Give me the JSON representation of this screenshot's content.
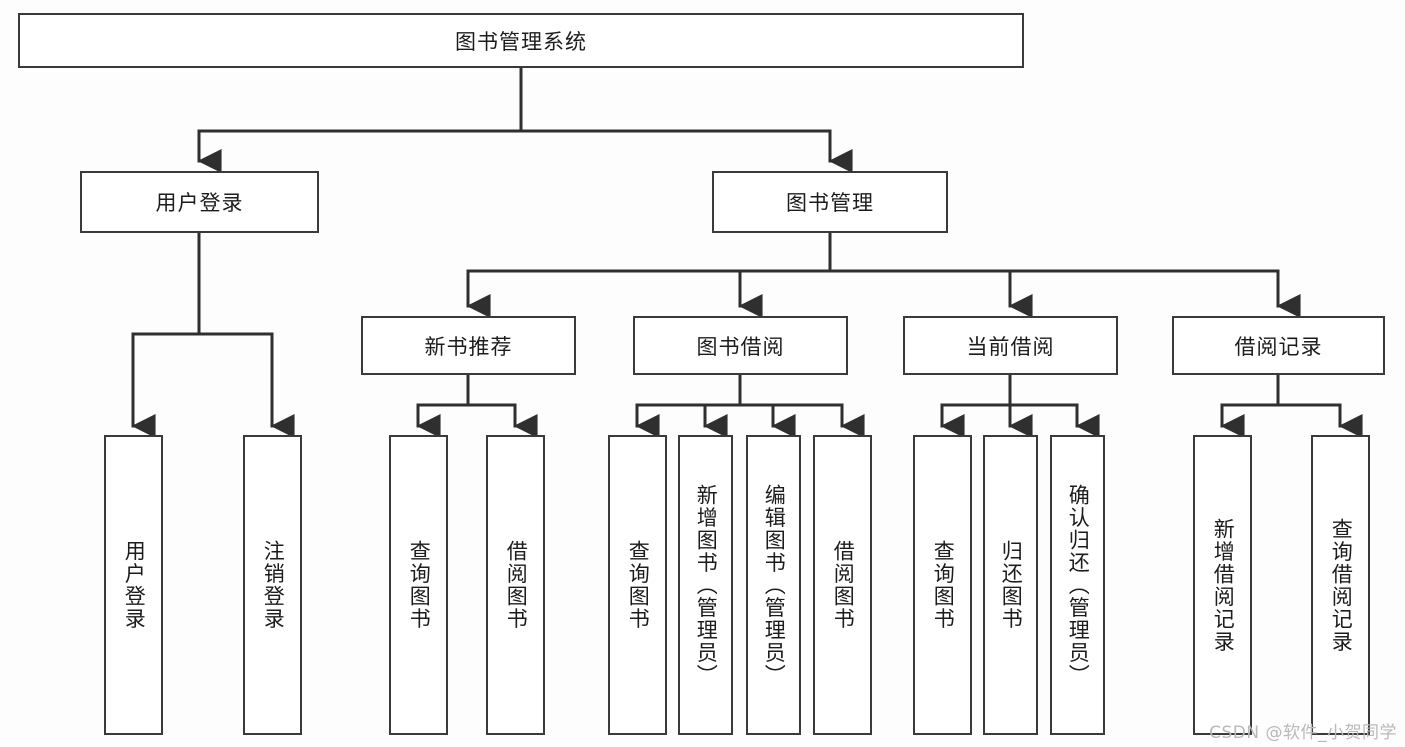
{
  "diagram": {
    "title": "图书管理系统",
    "type": "hierarchy-tree",
    "background_color": "#fdfdfd",
    "line_color": "#3a3a3a",
    "node_fill": "#ffffff",
    "root": {
      "label": "图书管理系统"
    },
    "level2": [
      {
        "label": "用户登录"
      },
      {
        "label": "图书管理"
      }
    ],
    "level3": [
      {
        "label": "新书推荐"
      },
      {
        "label": "图书借阅"
      },
      {
        "label": "当前借阅"
      },
      {
        "label": "借阅记录"
      }
    ],
    "leaves": {
      "user_login": [
        {
          "label": "用户登录"
        },
        {
          "label": "注销登录"
        }
      ],
      "new_book_recommend": [
        {
          "label": "查询图书"
        },
        {
          "label": "借阅图书"
        }
      ],
      "book_borrow": [
        {
          "label": "查询图书"
        },
        {
          "label": "新增图书（管理员）"
        },
        {
          "label": "编辑图书（管理员）"
        },
        {
          "label": "借阅图书"
        }
      ],
      "current_borrow": [
        {
          "label": "查询图书"
        },
        {
          "label": "归还图书"
        },
        {
          "label": "确认归还（管理员）"
        }
      ],
      "borrow_record": [
        {
          "label": "新增借阅记录"
        },
        {
          "label": "查询借阅记录"
        }
      ]
    }
  },
  "watermark": {
    "text": "CSDN @软件_小贺同学"
  }
}
